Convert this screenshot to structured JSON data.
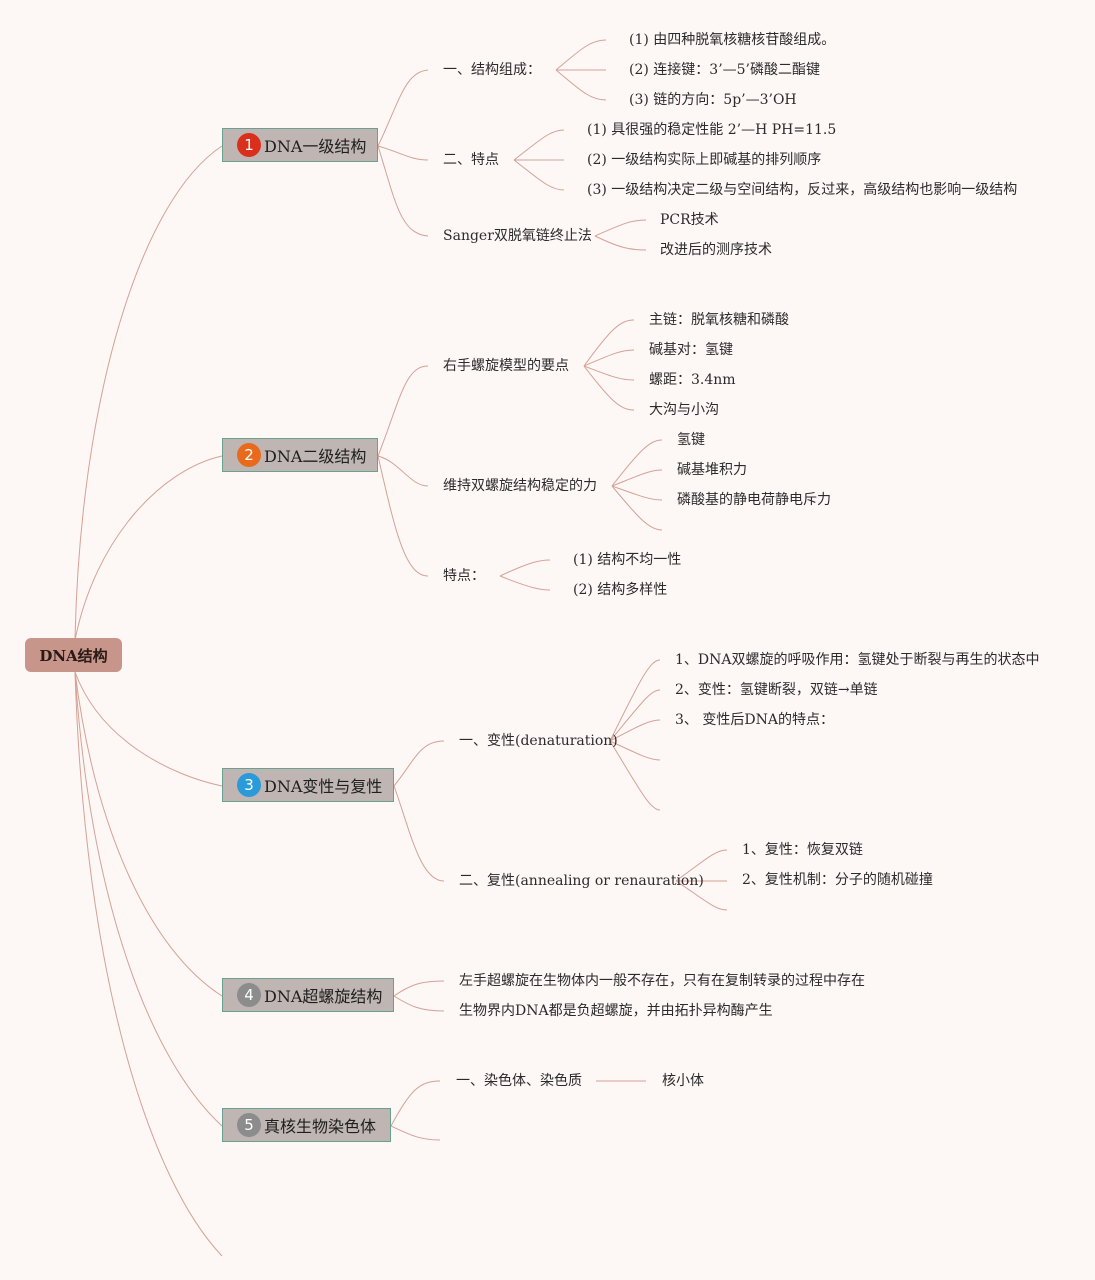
{
  "root": {
    "label": "DNA结构"
  },
  "branches": [
    {
      "badge": "1",
      "badge_color": "#d9301e",
      "label": "DNA一级结构",
      "children": [
        {
          "label": "一、结构组成：",
          "children": [
            "(1) 由四种脱氧核糖核苷酸组成。",
            "(2) 连接键：3’—5’磷酸二酯键",
            "(3) 链的方向：5p’—3’OH"
          ]
        },
        {
          "label": "二、特点",
          "children": [
            "(1) 具很强的稳定性能 2’—H PH=11.5",
            "(2) 一级结构实际上即碱基的排列顺序",
            "(3) 一级结构决定二级与空间结构，反过来，高级结构也影响一级结构"
          ]
        },
        {
          "label": "Sanger双脱氧链终止法",
          "children": [
            "PCR技术",
            "改进后的测序技术"
          ]
        }
      ]
    },
    {
      "badge": "2",
      "badge_color": "#e86a1c",
      "label": "DNA二级结构",
      "children": [
        {
          "label": "右手螺旋模型的要点",
          "children": [
            "主链：脱氧核糖和磷酸",
            "碱基对：氢键",
            "螺距：3.4nm",
            "大沟与小沟"
          ]
        },
        {
          "label": "维持双螺旋结构稳定的力",
          "children": [
            "氢键",
            "碱基堆积力",
            "磷酸基的静电荷静电斥力"
          ]
        },
        {
          "label": "特点：",
          "children": [
            "(1) 结构不均一性",
            "(2) 结构多样性"
          ]
        }
      ]
    },
    {
      "badge": "3",
      "badge_color": "#2b9ad8",
      "label": "DNA变性与复性",
      "children": [
        {
          "label": "一、变性(denaturation)",
          "children": [
            "1、DNA双螺旋的呼吸作用：氢键处于断裂与再生的状态中",
            "2、变性：氢键断裂，双链→单链",
            "3、 变性后DNA的特点："
          ]
        },
        {
          "label": "二、复性(annealing or renauration)",
          "children": [
            "1、复性：恢复双链",
            "2、复性机制：分子的随机碰撞"
          ]
        }
      ]
    },
    {
      "badge": "4",
      "badge_color": "#8c8c8c",
      "label": "DNA超螺旋结构",
      "children": [
        {
          "label": "左手超螺旋在生物体内一般不存在，只有在复制转录的过程中存在",
          "children": []
        },
        {
          "label": "生物界内DNA都是负超螺旋，并由拓扑异构酶产生",
          "children": []
        }
      ]
    },
    {
      "badge": "5",
      "badge_color": "#8c8c8c",
      "label": "真核生物染色体",
      "children": [
        {
          "label": "一、染色体、染色质",
          "children": [
            "核小体"
          ]
        }
      ]
    }
  ]
}
